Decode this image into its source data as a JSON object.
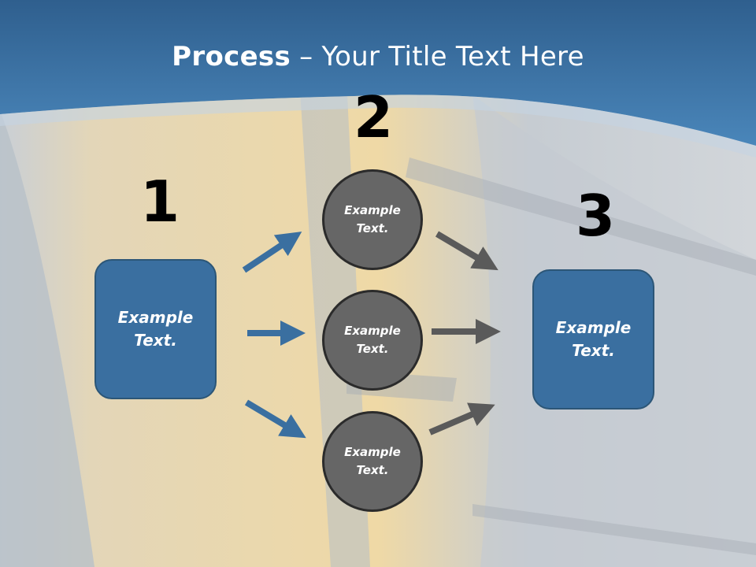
{
  "title": {
    "bold": "Process",
    "rest": " – Your Title Text Here"
  },
  "steps": [
    {
      "number": "1",
      "label": "Example\nText."
    },
    {
      "number": "2",
      "label": "Example\nText."
    },
    {
      "number": "3",
      "label": "Example\nText."
    }
  ],
  "middle_nodes": [
    {
      "label": "Example\nText."
    },
    {
      "label": "Example\nText."
    },
    {
      "label": "Example\nText."
    }
  ],
  "colors": {
    "banner": "#3b78ad",
    "box_fill": "#3a6fa0",
    "blue_arrow": "#3a6fa0",
    "circle_fill": "#666666",
    "gray_arrow": "#5a5a5a"
  }
}
